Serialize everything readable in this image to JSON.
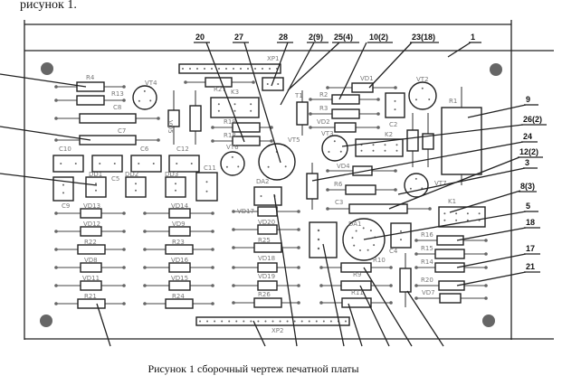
{
  "document": {
    "top_cut_text": "рисунок 1.",
    "caption": "Рисунок 1 сборочный чертеж печатной платы"
  },
  "board": {
    "components": [
      "R4",
      "R13",
      "C8",
      "C7",
      "VT4",
      "VD5",
      "XP1",
      "R27",
      "K3",
      "R19",
      "R18",
      "VT6",
      "VT5",
      "T1",
      "VD1",
      "R2",
      "R3",
      "VD2",
      "C2",
      "VT2",
      "VT3",
      "K2",
      "R1",
      "VD4",
      "R6",
      "VT7",
      "C3",
      "K1",
      "DA1",
      "C4",
      "R16",
      "R15",
      "R14",
      "R20",
      "VD7",
      "R10",
      "R9",
      "R11",
      "DA2",
      "VD17",
      "VD20",
      "R25",
      "VD18",
      "VD19",
      "R26",
      "XP2",
      "C10",
      "C6",
      "C12",
      "C11",
      "C9",
      "DD1",
      "C5",
      "DD2",
      "DD3",
      "VD13",
      "VD12",
      "R22",
      "VD8",
      "VD11",
      "R21",
      "VD14",
      "VD9",
      "R23",
      "VD16",
      "VD15",
      "R24"
    ],
    "callouts": [
      "20",
      "27",
      "28",
      "2(9)",
      "25(4)",
      "10(2)",
      "23(18)",
      "1",
      "9",
      "26(2)",
      "24",
      "12(2)",
      "3",
      "8(3)",
      "5",
      "18",
      "17",
      "21"
    ]
  }
}
